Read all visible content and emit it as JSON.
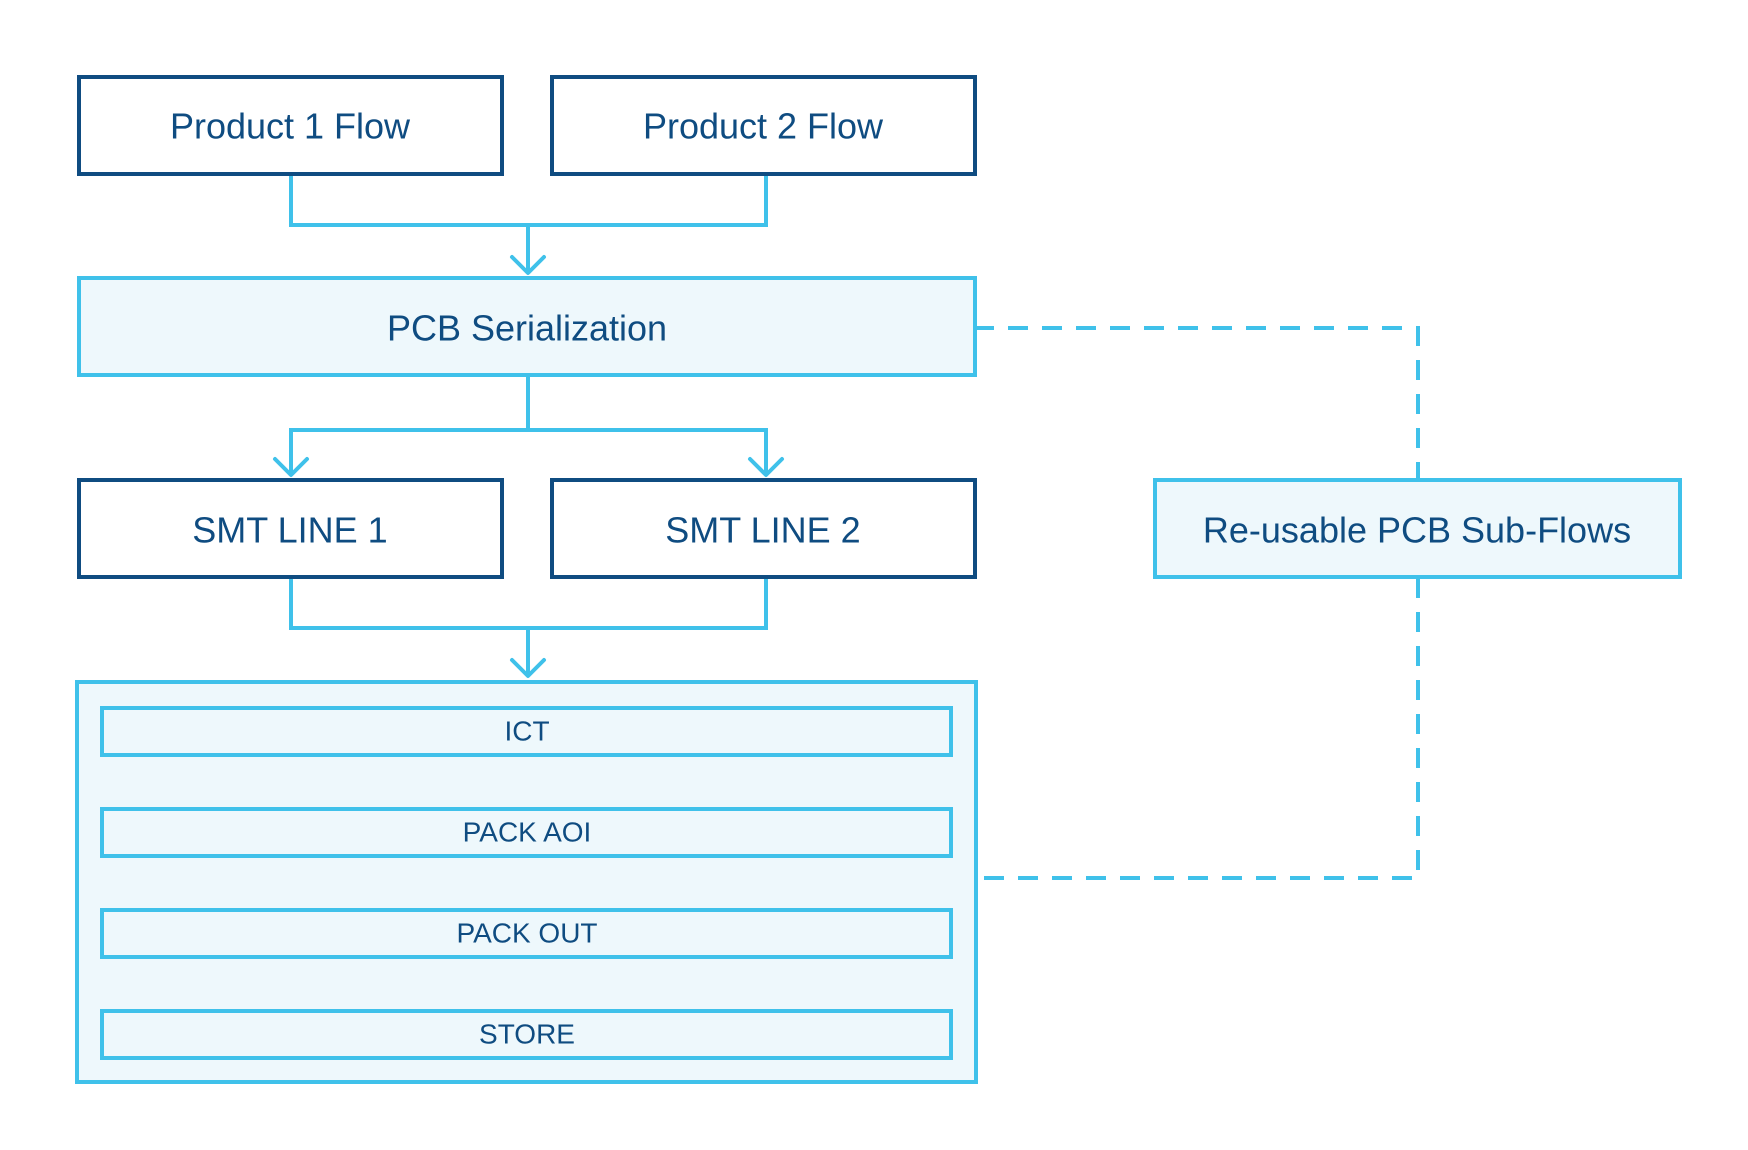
{
  "diagram": {
    "product1": "Product 1 Flow",
    "product2": "Product 2 Flow",
    "pcb_serialization": "PCB Serialization",
    "smt_line1": "SMT LINE 1",
    "smt_line2": "SMT LINE 2",
    "reusable": "Re-usable PCB Sub-Flows",
    "steps": [
      "ICT",
      "PACK AOI",
      "PACK OUT",
      "STORE"
    ]
  },
  "colors": {
    "dark_blue": "#0f4c81",
    "light_blue": "#3fc1ea",
    "fill_light": "#eef8fc"
  }
}
